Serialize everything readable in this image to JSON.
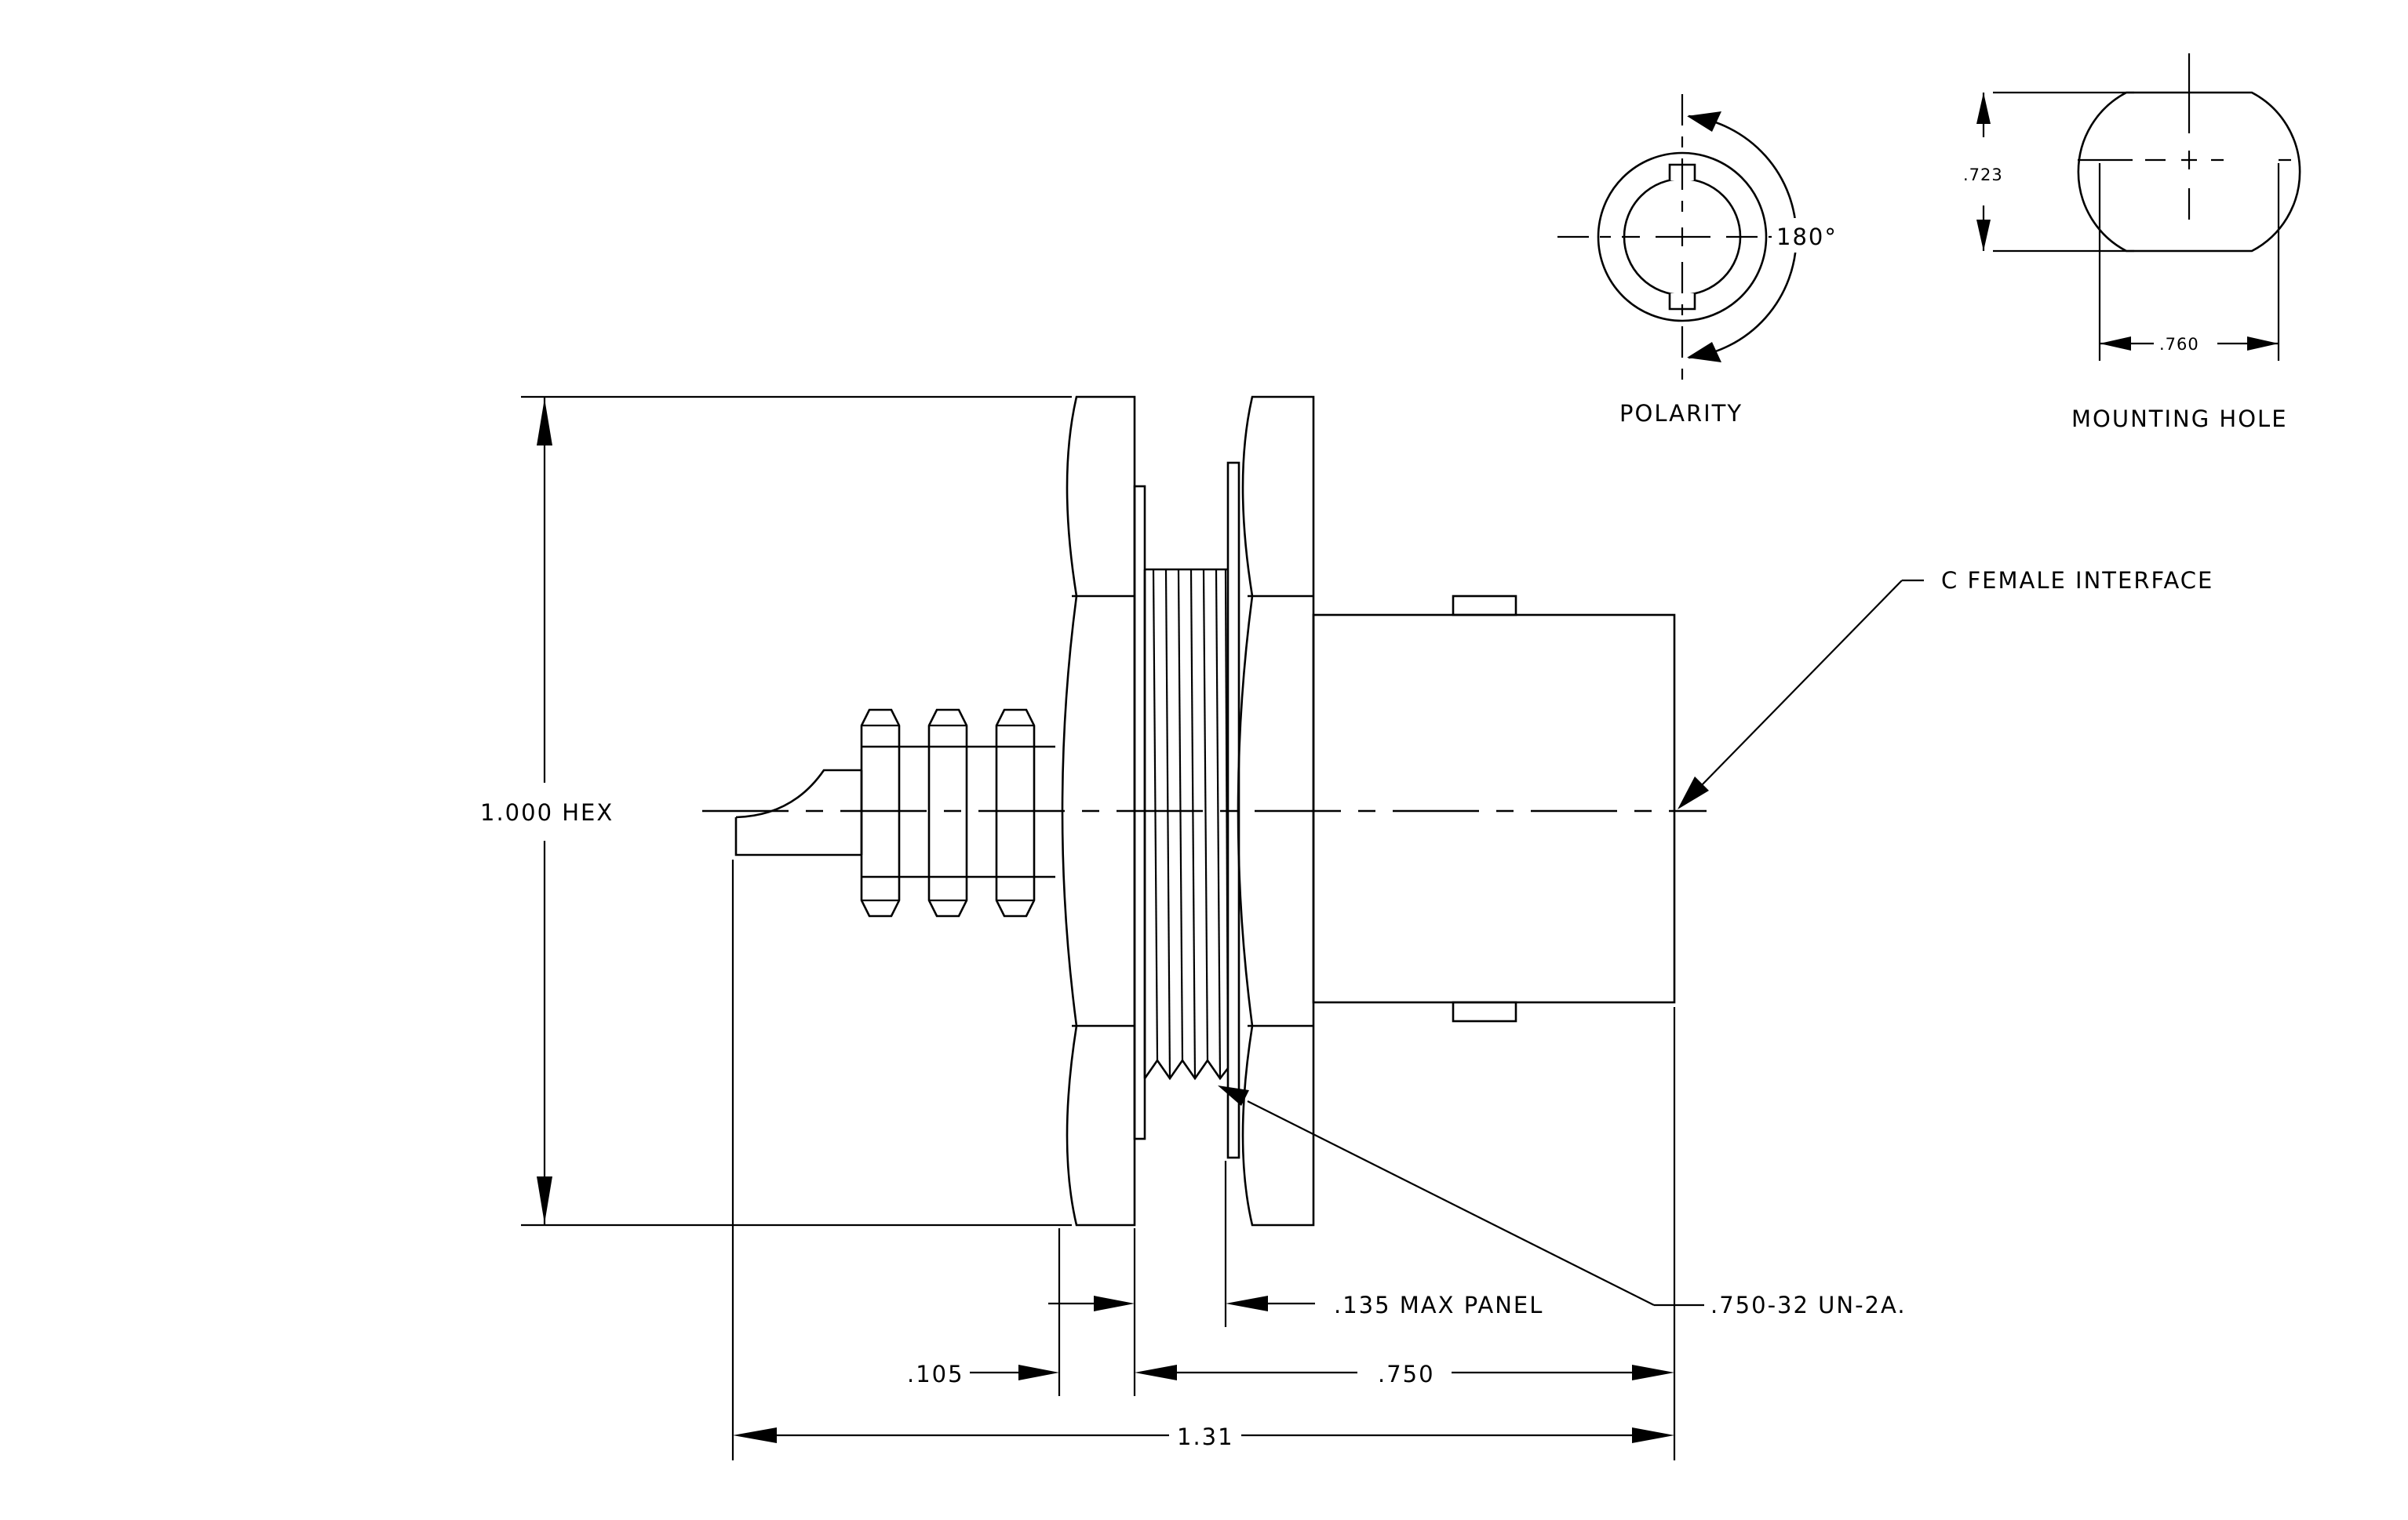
{
  "labels": {
    "hex": "1.000 HEX",
    "polarity_angle": "180°",
    "polarity": "POLARITY",
    "mounting_hole": "MOUNTING HOLE",
    "hole_height": ".723",
    "hole_width": ".760",
    "interface": "C FEMALE INTERFACE",
    "max_panel": ".135 MAX PANEL",
    "thread": ".750-32 UN-2A.",
    "dim_105": ".105",
    "dim_750": ".750",
    "dim_131": "1.31"
  }
}
